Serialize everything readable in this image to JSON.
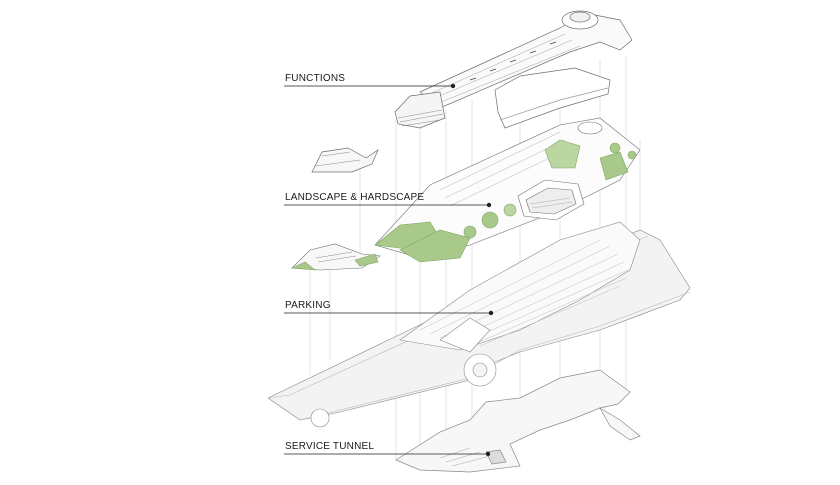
{
  "layers": [
    {
      "label": "FUNCTIONS"
    },
    {
      "label": "LANDSCAPE & HARDSCAPE"
    },
    {
      "label": "PARKING"
    },
    {
      "label": "SERVICE TUNNEL"
    }
  ],
  "colors": {
    "line": "#6f6f6f",
    "light_line": "#bdbdbd",
    "road": "#f3f3f3",
    "greenery": "#a9c98a",
    "dark_greenery": "#7fa765",
    "leader": "#222222"
  }
}
